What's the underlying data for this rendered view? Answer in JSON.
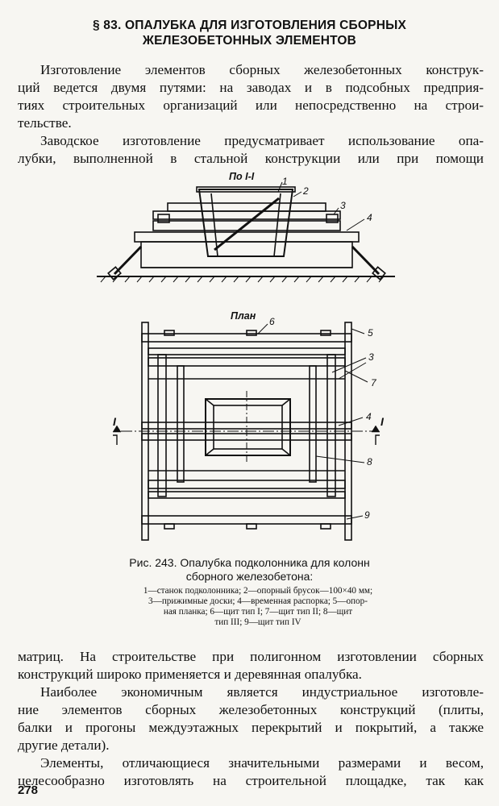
{
  "heading": {
    "line1": "§ 83. ОПАЛУБКА ДЛЯ ИЗГОТОВЛЕНИЯ СБОРНЫХ",
    "line2": "ЖЕЛЕЗОБЕТОННЫХ ЭЛЕМЕНТОВ"
  },
  "para1": {
    "l1": "Изготовление элементов сборных железобетонных конструк-",
    "l2": "ций ведется двумя путями: на заводах и в подсобных предприя-",
    "l3": "тиях строительных организаций или непосредственно на строи-",
    "l4": "тельстве."
  },
  "para2": {
    "l1": "Заводское изготовление предусматривает использование опа-",
    "l2": "лубки, выполненной в стальной конструкции или при помощи"
  },
  "figure": {
    "section_label": "По I-I",
    "plan_label": "План",
    "section_mark_left": "I",
    "section_mark_right": "I",
    "callouts": [
      "1",
      "2",
      "3",
      "4",
      "6",
      "5",
      "3",
      "7",
      "4",
      "8",
      "9"
    ]
  },
  "caption": {
    "title1": "Рис. 243. Опалубка подколонника для колонн",
    "title2": "сборного железобетона:",
    "legend1": "1—станок подколонника; 2—опорный брусок—100×40 мм;",
    "legend2": "3—прижимные доски; 4—временная распорка; 5—опор-",
    "legend3": "ная планка; 6—щит тип I; 7—щит тип II; 8—щит",
    "legend4": "тип III; 9—щит тип IV"
  },
  "para3": {
    "l1": "матриц. На строительстве при полигонном изготовлении сборных",
    "l2": "конструкций широко применяется и деревянная опалубка."
  },
  "para4": {
    "l1": "Наиболее экономичным является индустриальное изготовле-",
    "l2": "ние элементов сборных железобетонных конструкций (плиты,",
    "l3": "балки и прогоны междуэтажных перекрытий и покрытий, а также",
    "l4": "другие детали)."
  },
  "para5": {
    "l1": "Элементы, отличающиеся значительными размерами и весом,",
    "l2": "целесообразно изготовлять на строительной площадке, так как"
  },
  "page_number": "278"
}
